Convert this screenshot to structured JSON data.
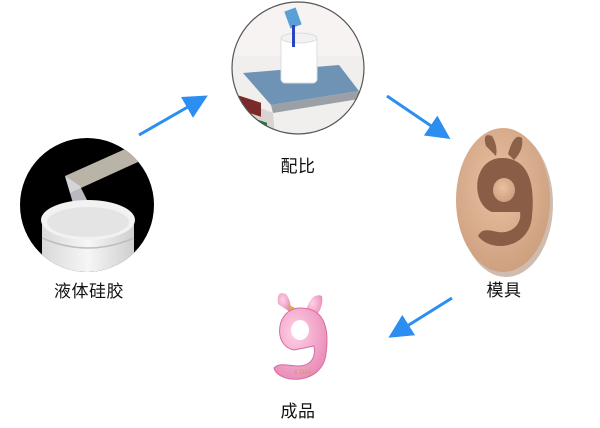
{
  "diagram": {
    "type": "process-cycle",
    "steps": [
      {
        "id": "liquid-silicone",
        "label": "液体硅胶",
        "image": "liquid-silicone-jar-photo"
      },
      {
        "id": "proportioning",
        "label": "配比",
        "image": "weighing-scale-mixing-photo"
      },
      {
        "id": "mold",
        "label": "模具",
        "image": "silicone-mold-photo"
      },
      {
        "id": "finished-product",
        "label": "成品",
        "image": "pink-number-nine-product-photo"
      }
    ],
    "arrows": [
      {
        "from": "liquid-silicone",
        "to": "proportioning"
      },
      {
        "from": "proportioning",
        "to": "mold"
      },
      {
        "from": "mold",
        "to": "finished-product"
      }
    ],
    "colors": {
      "arrow": "#2b8ef0",
      "background": "#ffffff",
      "label_text": "#111111"
    }
  }
}
